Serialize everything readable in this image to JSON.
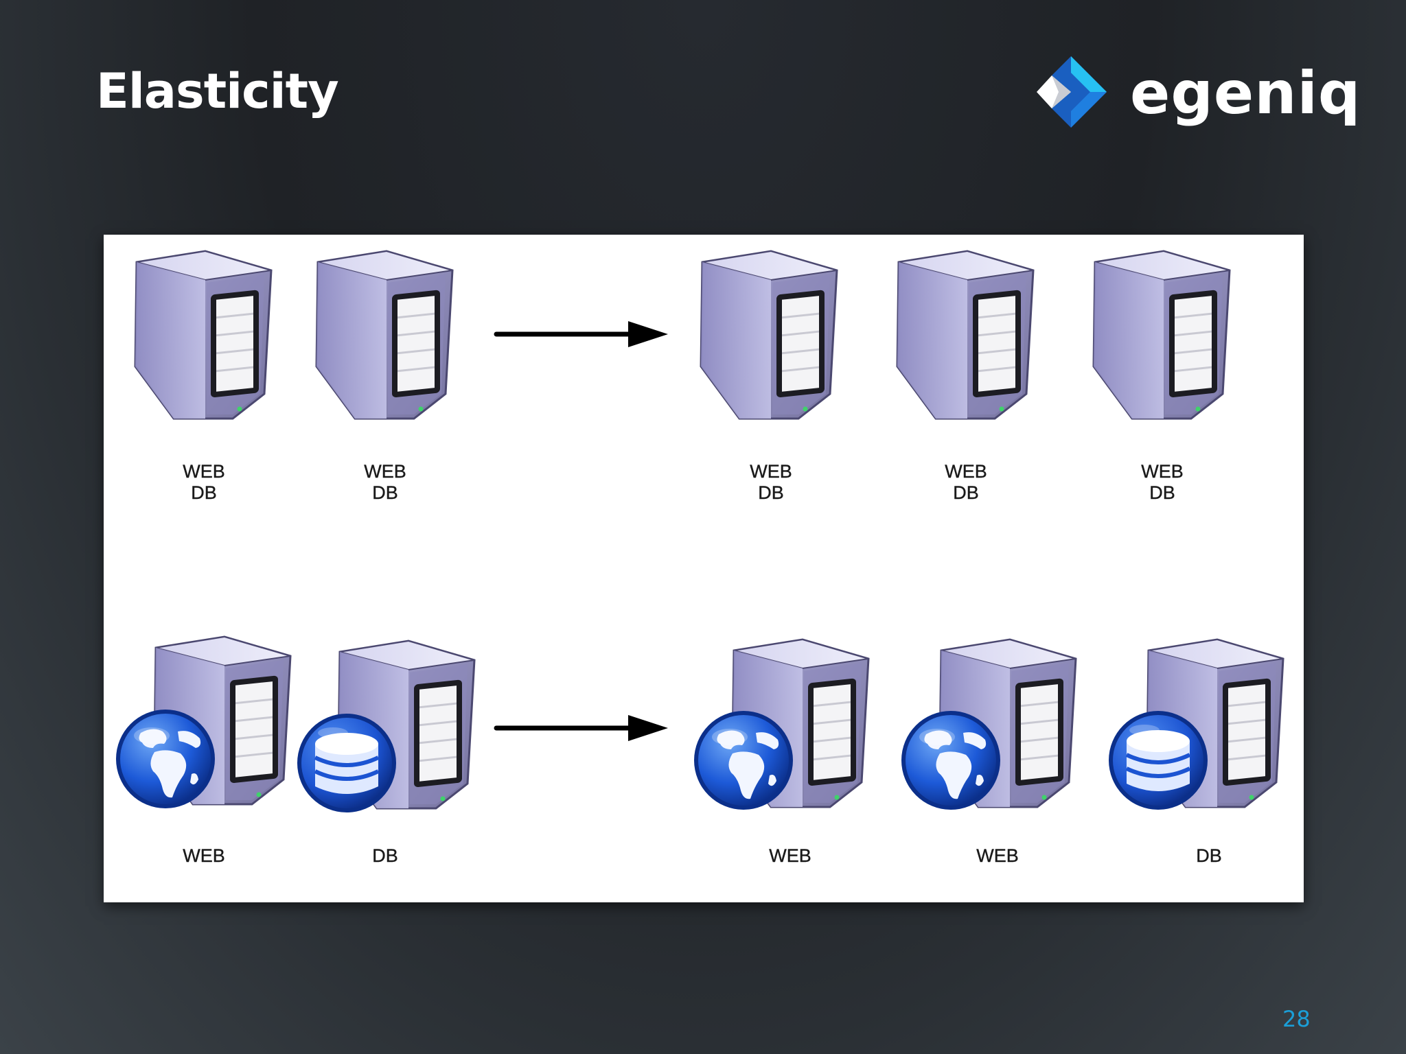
{
  "slide": {
    "title": "Elasticity",
    "page_number": "28"
  },
  "logo": {
    "text": "egeniq",
    "colors": {
      "dark": "#1a5fc0",
      "light": "#27c1f2",
      "left": "#ffffff"
    }
  },
  "diagram": {
    "top_row": {
      "before": [
        {
          "icon": "server-icon",
          "lines": [
            "WEB",
            "DB"
          ]
        },
        {
          "icon": "server-icon",
          "lines": [
            "WEB",
            "DB"
          ]
        }
      ],
      "after": [
        {
          "icon": "server-icon",
          "lines": [
            "WEB",
            "DB"
          ]
        },
        {
          "icon": "server-icon",
          "lines": [
            "WEB",
            "DB"
          ]
        },
        {
          "icon": "server-icon",
          "lines": [
            "WEB",
            "DB"
          ]
        }
      ]
    },
    "bottom_row": {
      "before": [
        {
          "icon": "globe-icon",
          "label": "WEB"
        },
        {
          "icon": "database-icon",
          "label": "DB"
        }
      ],
      "after": [
        {
          "icon": "globe-icon",
          "label": "WEB"
        },
        {
          "icon": "globe-icon",
          "label": "WEB"
        },
        {
          "icon": "database-icon",
          "label": "DB"
        }
      ]
    },
    "arrow_icon": "arrow-right-icon"
  }
}
